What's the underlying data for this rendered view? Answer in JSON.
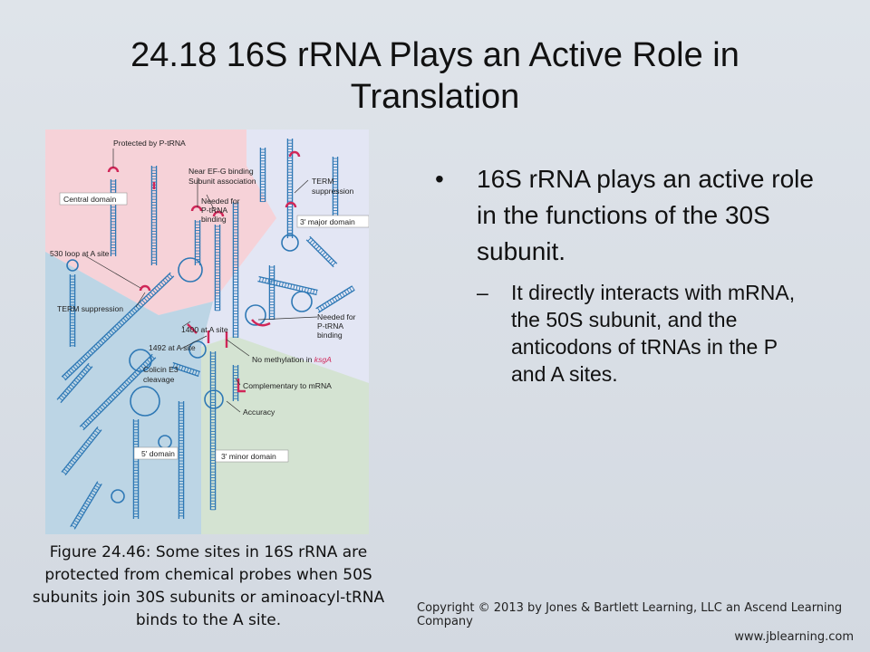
{
  "slide": {
    "title": "24.18 16S rRNA Plays an Active Role in Translation",
    "bullet": "16S rRNA plays an active role in the functions of the 30S subunit.",
    "sub_bullet_dash": "–",
    "sub_bullet": "It directly interacts with mRNA, the 50S subunit, and the anticodons of tRNAs in the P and A sites.",
    "caption": "Figure 24.46: Some sites in 16S rRNA are protected from chemical probes when 50S subunits join 30S subunits or aminoacyl-tRNA binds to the A site.",
    "copyright": "Copyright © 2013 by Jones & Bartlett Learning, LLC an Ascend Learning Company",
    "website": "www.jblearning.com"
  },
  "figure": {
    "labels": {
      "protected_p": "Protected by P-tRNA",
      "central": "Central domain",
      "near_efg": "Near EF-G binding",
      "subunit_assoc": "Subunit association",
      "term1": "TERM",
      "term2": "suppression",
      "needed_p1": "Needed for",
      "needed_p2": "P-tRNA",
      "needed_p3": "binding",
      "major": "3′ major domain",
      "loop530": "530 loop at A site",
      "term_supp": "TERM suppression",
      "a1400": "1400 at A site",
      "a1492": "1492 at A site",
      "needed_b1": "Needed for",
      "needed_b2": "P-tRNA",
      "needed_b3": "binding",
      "no_meth": "No methylation in ",
      "ksga": "ksgA",
      "colicin1": "Colicin E3",
      "colicin2": "cleavage",
      "complementary": "Complementary to mRNA",
      "accuracy": "Accuracy",
      "five": "5′ domain",
      "minor": "3′ minor domain"
    },
    "colors": {
      "central": "#f6d2d8",
      "five": "#bcd5e5",
      "major": "#e3e6f4",
      "minor": "#d4e3d2",
      "strand": "#2e78b5",
      "highlight": "#d02658"
    }
  }
}
